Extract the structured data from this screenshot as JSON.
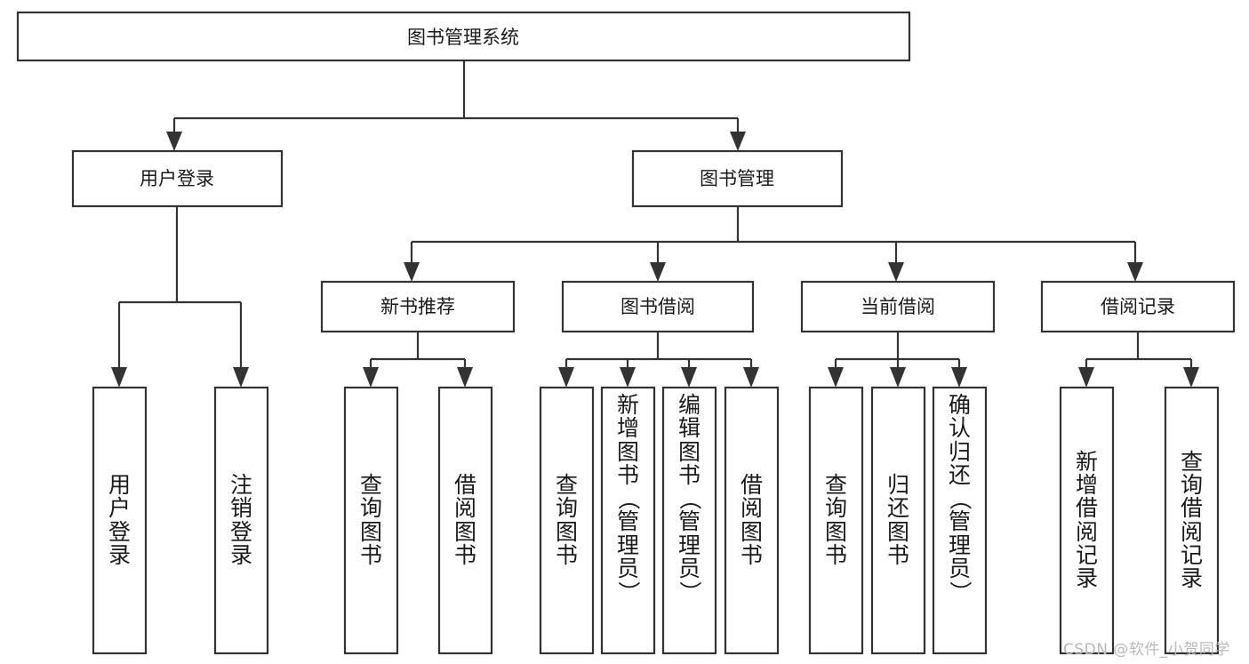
{
  "diagram": {
    "title": "图书管理系统",
    "watermark": "CSDN @软件_小贺同学",
    "colors": {
      "stroke": "#333333",
      "fill": "#ffffff",
      "text": "#1a1a1a",
      "watermark": "#b9b9b9"
    },
    "root": {
      "id": "root",
      "label": "图书管理系统"
    },
    "level2": [
      {
        "id": "user-login",
        "label": "用户登录"
      },
      {
        "id": "book-manage",
        "label": "图书管理"
      }
    ],
    "level3": [
      {
        "id": "new-book-rec",
        "label": "新书推荐",
        "parent": "book-manage"
      },
      {
        "id": "book-borrow",
        "label": "图书借阅",
        "parent": "book-manage"
      },
      {
        "id": "current-borrow",
        "label": "当前借阅",
        "parent": "book-manage"
      },
      {
        "id": "borrow-record",
        "label": "借阅记录",
        "parent": "book-manage"
      }
    ],
    "leaves": {
      "user-login": [
        {
          "id": "leaf-user-login",
          "label": "用户登录"
        },
        {
          "id": "leaf-user-logout",
          "label": "注销登录"
        }
      ],
      "new-book-rec": [
        {
          "id": "leaf-nbr-query",
          "label": "查询图书"
        },
        {
          "id": "leaf-nbr-borrow",
          "label": "借阅图书"
        }
      ],
      "book-borrow": [
        {
          "id": "leaf-bb-query",
          "label": "查询图书"
        },
        {
          "id": "leaf-bb-add",
          "label": "新增图书（管理员）"
        },
        {
          "id": "leaf-bb-edit",
          "label": "编辑图书（管理员）"
        },
        {
          "id": "leaf-bb-borrow",
          "label": "借阅图书"
        }
      ],
      "current-borrow": [
        {
          "id": "leaf-cb-query",
          "label": "查询图书"
        },
        {
          "id": "leaf-cb-return",
          "label": "归还图书"
        },
        {
          "id": "leaf-cb-confirm",
          "label": "确认归还（管理员）"
        }
      ],
      "borrow-record": [
        {
          "id": "leaf-br-add",
          "label": "新增借阅记录"
        },
        {
          "id": "leaf-br-query",
          "label": "查询借阅记录"
        }
      ]
    }
  }
}
